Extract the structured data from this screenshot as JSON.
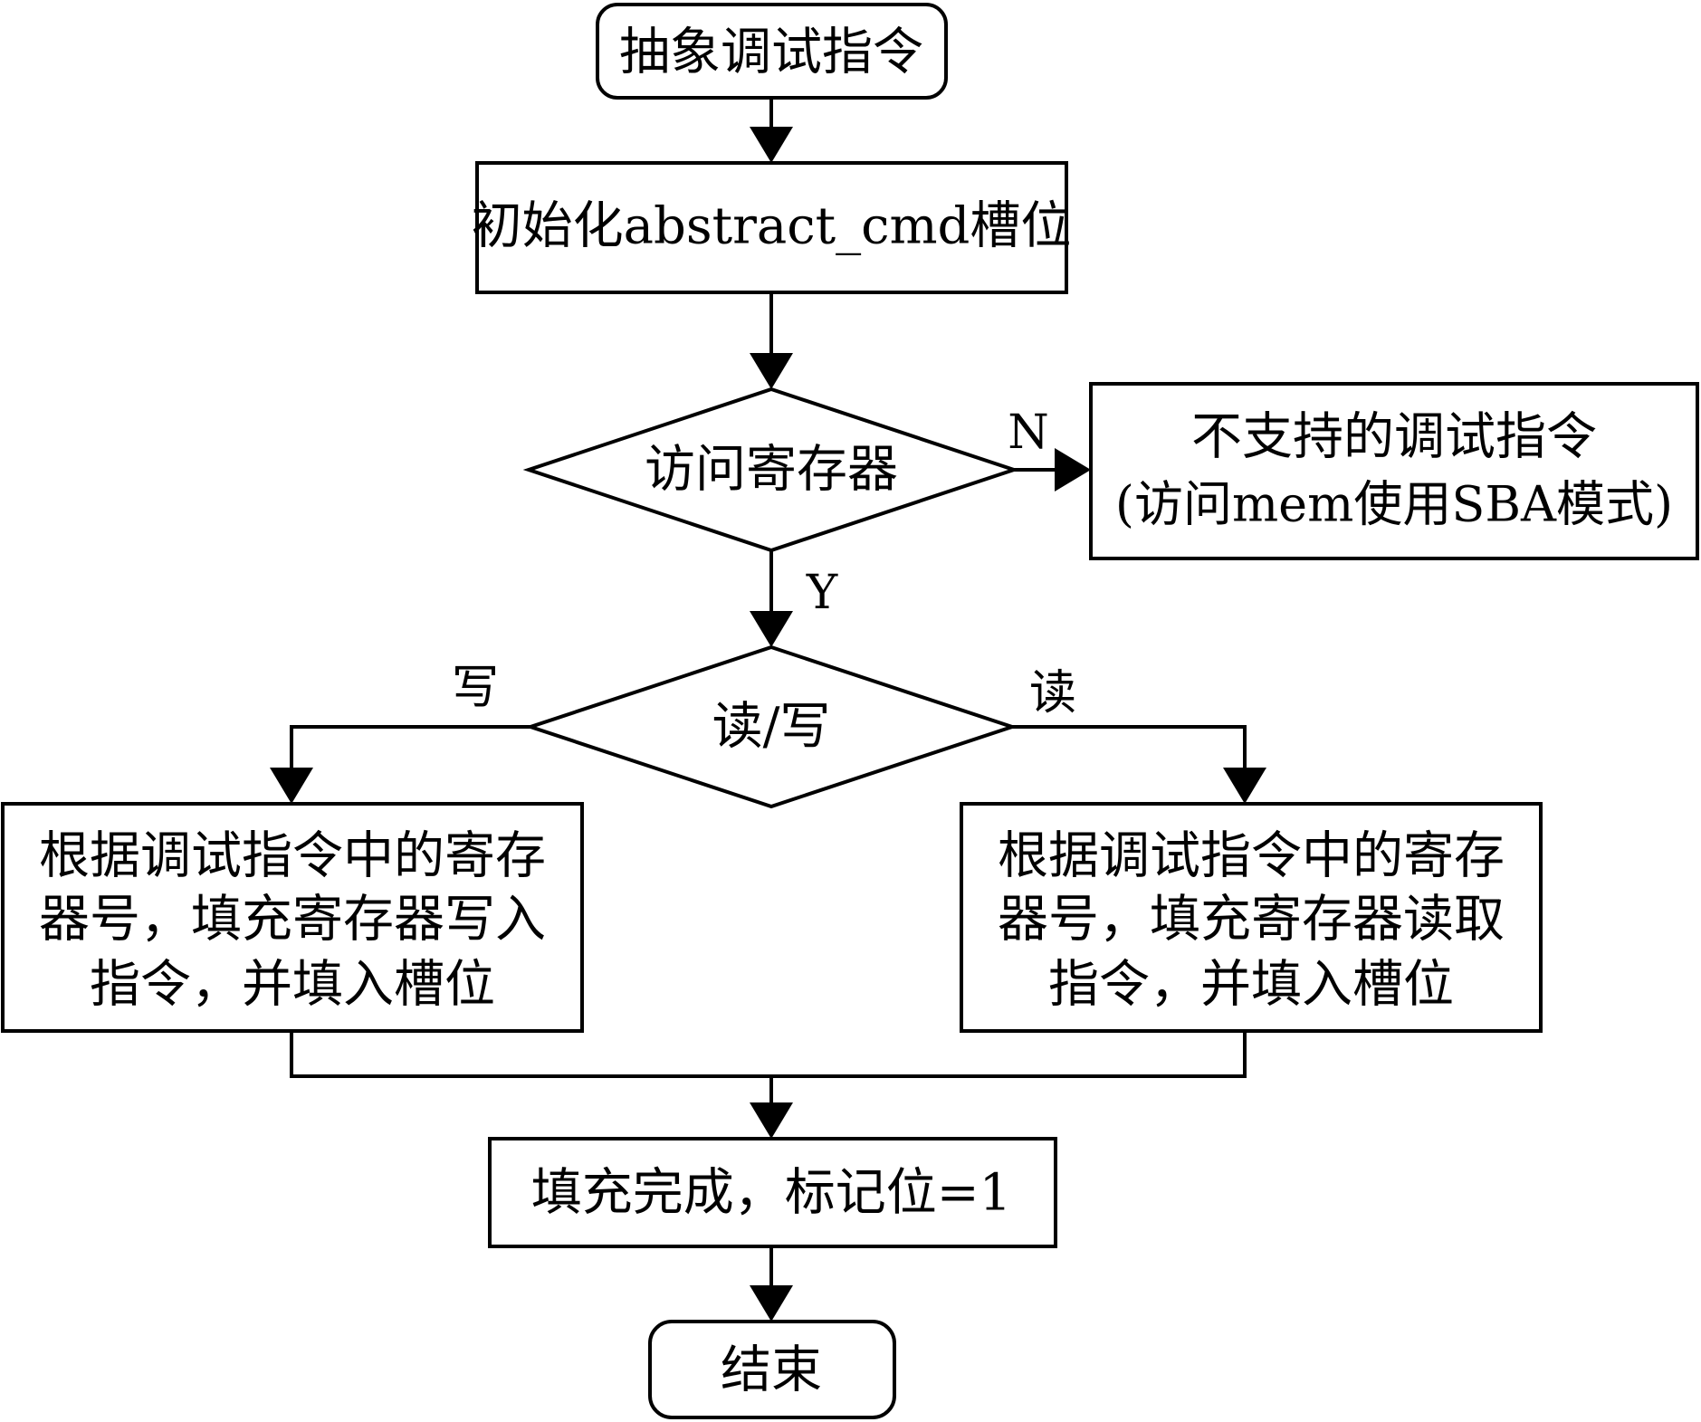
{
  "nodes": {
    "start": "抽象调试指令",
    "init": "初始化abstract_cmd槽位",
    "decision_register": "访问寄存器",
    "unsupported_line1": "不支持的调试指令",
    "unsupported_line2": "(访问mem使用SBA模式)",
    "decision_rw": "读/写",
    "write_line1": "根据调试指令中的寄存",
    "write_line2": "器号，填充寄存器写入",
    "write_line3": "指令，并填入槽位",
    "read_line1": "根据调试指令中的寄存",
    "read_line2": "器号，填充寄存器读取",
    "read_line3": "指令，并填入槽位",
    "done": "填充完成，标记位=1",
    "end": "结束"
  },
  "edges": {
    "no_label": "N",
    "yes_label": "Y",
    "write_label": "写",
    "read_label": "读"
  }
}
